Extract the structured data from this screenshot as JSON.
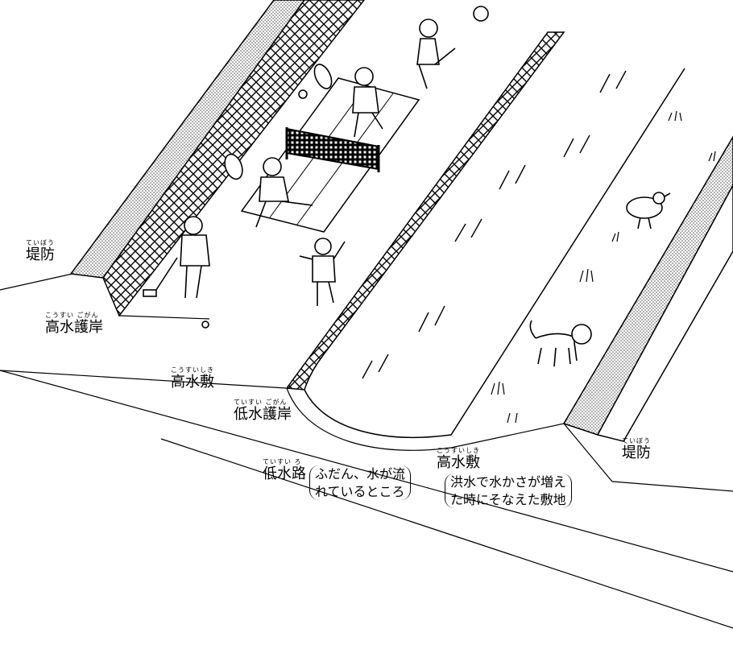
{
  "labels": {
    "levee_left": {
      "ruby": "ていぼう",
      "text": "堤防"
    },
    "high_revet": {
      "ruby": "こうすい ごがん",
      "text": "高水護岸"
    },
    "high_bed_left": {
      "ruby": "こうすいしき",
      "text": "高水敷"
    },
    "low_revet": {
      "ruby": "ていすい ごがん",
      "text": "低水護岸"
    },
    "low_channel": {
      "ruby": "ていすい ろ",
      "text": "低水路"
    },
    "high_bed_right": {
      "ruby": "こうすいしき",
      "text": "高水敷"
    },
    "levee_right": {
      "ruby": "ていぼう",
      "text": "堤防"
    }
  },
  "notes": {
    "low_channel_note": {
      "line1": "ふだん、水が流",
      "line2": "れているところ"
    },
    "high_bed_note": {
      "line1": "洪水で水かさが増え",
      "line2": "た時にそなえた敷地"
    }
  }
}
